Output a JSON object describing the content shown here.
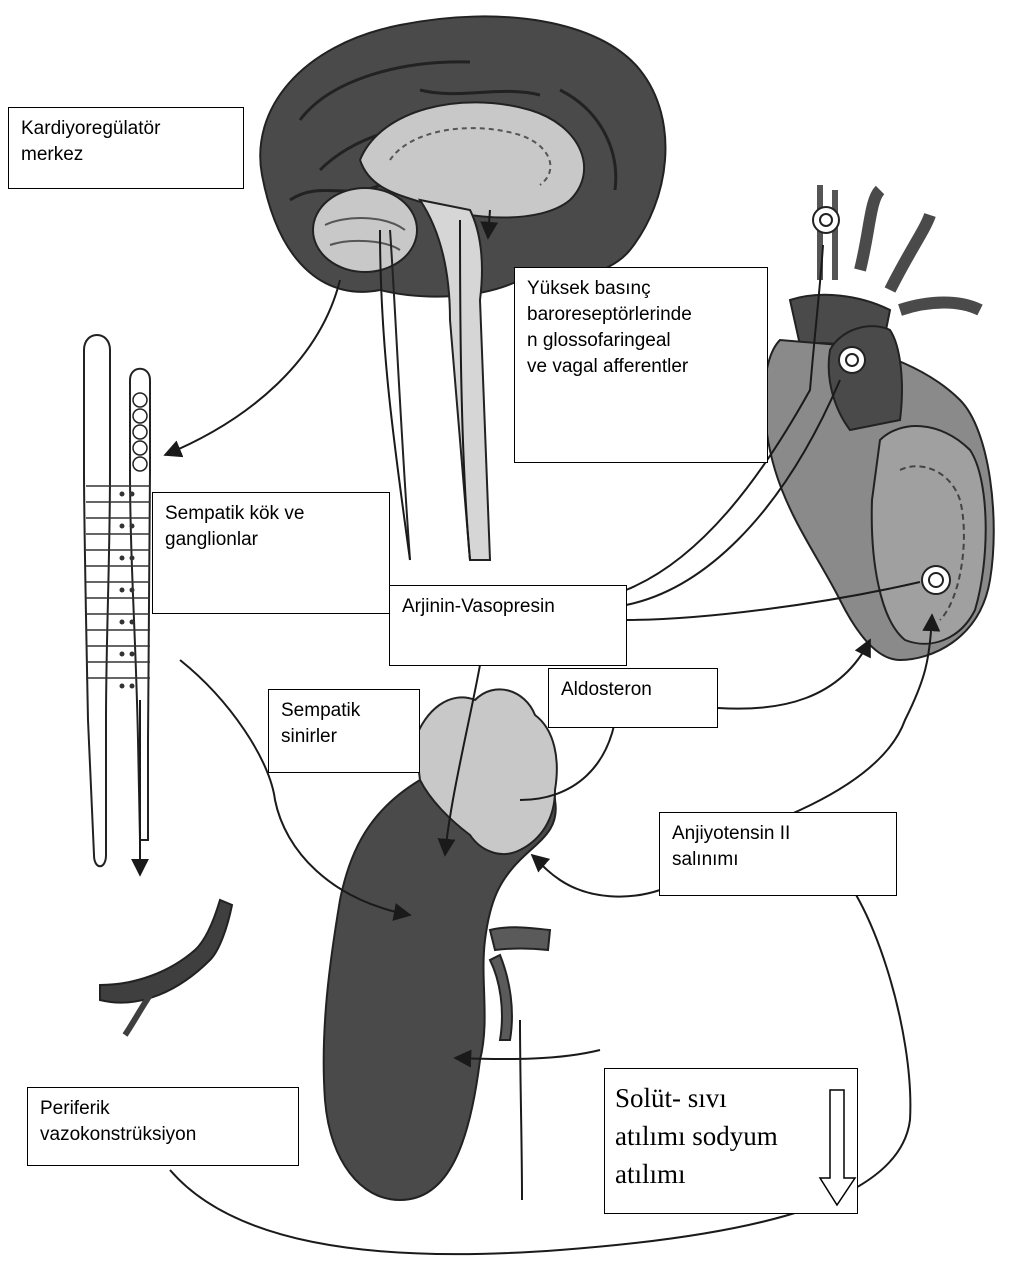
{
  "labels": {
    "kardiyoregulator": "Kardiyoregülatör\nmerkez",
    "yuksek_basinc": "Yüksek basınç\nbaroreseptörlerinde\nn glossofaringeal\nve vagal afferentler",
    "sempatik_kok": "Sempatik kök ve\nganglionlar",
    "arjinin": "Arjinin-Vasopresin",
    "aldosteron": "Aldosteron",
    "sempatik_sinirler": "Sempatik\nsinirler",
    "anjiyotensin": "Anjiyotensin II\nsalınımı",
    "periferik": "Periferik\nvazokonstrüksiyon",
    "solut": "Solüt- sıvı\natılımı sodyum\natılımı"
  },
  "colors": {
    "organ_dark": "#4a4a4a",
    "organ_mid": "#8a8a8a",
    "organ_light": "#c8c8c8",
    "line": "#1a1a1a"
  }
}
